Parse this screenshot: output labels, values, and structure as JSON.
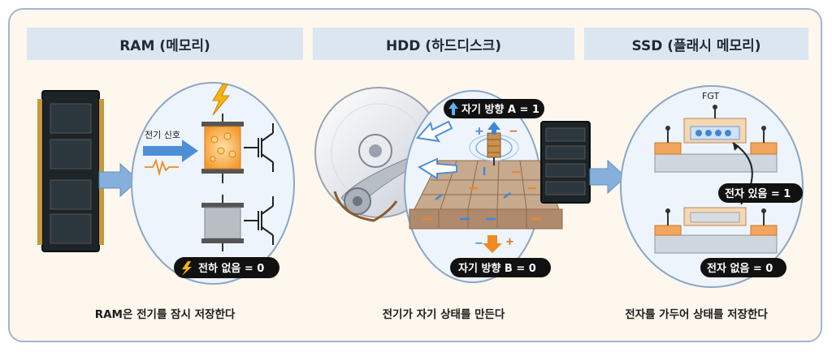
{
  "sections": [
    {
      "title": "RAM (메모리)",
      "caption": "RAM은 전기를 잠시 저장한다"
    },
    {
      "title": "HDD (하드디스크)",
      "caption": "전기가 자기 상태를 만든다"
    },
    {
      "title": "SSD (플래시 메모리)",
      "caption": "전자를 가두어 상태를 저장한다"
    }
  ],
  "ram": {
    "signal_label": "전기 신호",
    "no_charge_label": "전하 없음 = 0"
  },
  "hdd": {
    "direction_a_label": "자기 방향 A = 1",
    "direction_b_label": "자기 방향 B = 0"
  },
  "ssd": {
    "fgt_label": "FGT",
    "electron_present_label": "전자 있음 = 1",
    "electron_absent_label": "전자 없음 = 0"
  },
  "colors": {
    "header_bg": "#dbe6f1",
    "frame_border": "#9fb6d0",
    "pill_bg": "#111111",
    "arrow_blue": "#4d8fd6",
    "charge_orange": "#f59a2f"
  }
}
